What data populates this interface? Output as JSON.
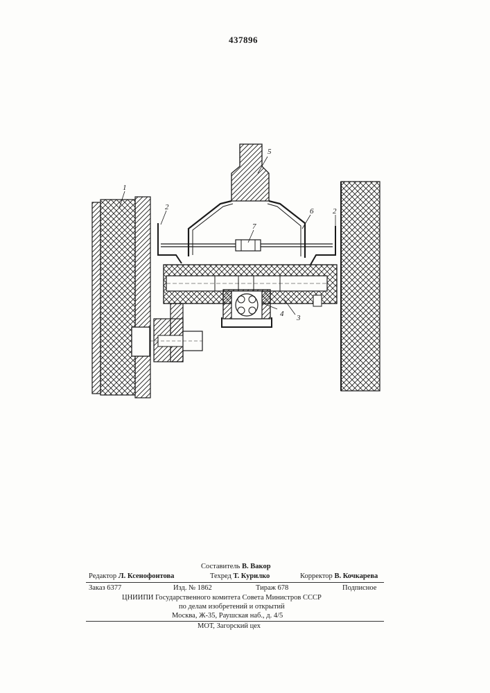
{
  "patent_number": "437896",
  "drawing": {
    "labels": {
      "l1": "1",
      "l2a": "2",
      "l2b": "2",
      "l3": "3",
      "l4": "4",
      "l5": "5",
      "l6": "6",
      "l7": "7"
    },
    "stroke_color": "#1a1a1a"
  },
  "imprint": {
    "compiler_label": "Составитель",
    "compiler_name": "В. Вакор",
    "editor_label": "Редактор",
    "editor_name": "Л. Ксенофонтова",
    "techred_label": "Техред",
    "techred_name": "Т. Курилко",
    "corrector_label": "Корректор",
    "corrector_name": "В. Кочкарева",
    "order": "Заказ 6377",
    "edition": "Изд. № 1862",
    "circulation": "Тираж 678",
    "subscription": "Подписное",
    "org_line1": "ЦНИИПИ Государственного комитета Совета Министров СССР",
    "org_line2": "по делам изобретений и открытий",
    "org_line3": "Москва, Ж-35, Раушская наб., д. 4/5",
    "printer": "МОТ, Загорский цех"
  }
}
